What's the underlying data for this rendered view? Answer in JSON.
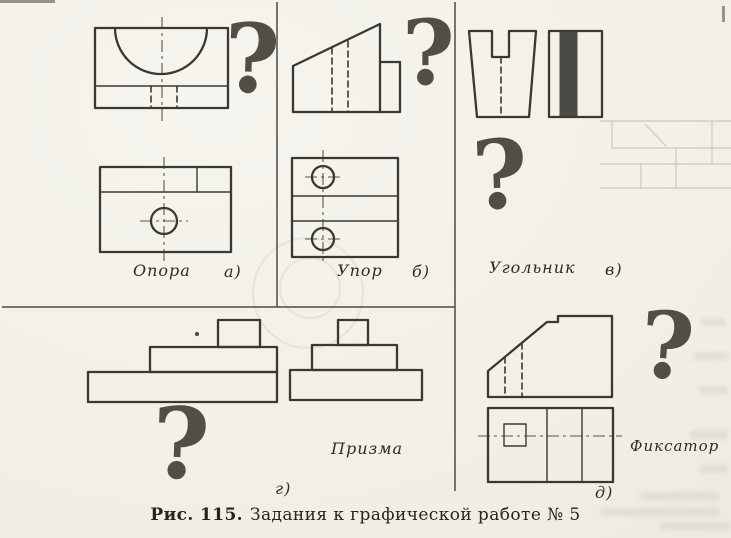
{
  "figure": {
    "caption_bold": "Рис. 115.",
    "caption_text": "Задания к графической работе № 5"
  },
  "colors": {
    "paper": "#f3f0e9",
    "ink": "#3b3833",
    "ghost": "#b4ae9e"
  },
  "panels": [
    {
      "key": "a",
      "title": "Опора",
      "letter": "а)",
      "question_mark": "?"
    },
    {
      "key": "b",
      "title": "Упор",
      "letter": "б)",
      "question_mark": "?"
    },
    {
      "key": "v",
      "title": "Угольник",
      "letter": "в)",
      "question_mark": "?"
    },
    {
      "key": "g",
      "title": "Призма",
      "letter": "г)",
      "question_mark": "?"
    },
    {
      "key": "d",
      "title": "Фиксатор",
      "letter": "д)",
      "question_mark": "?"
    }
  ]
}
